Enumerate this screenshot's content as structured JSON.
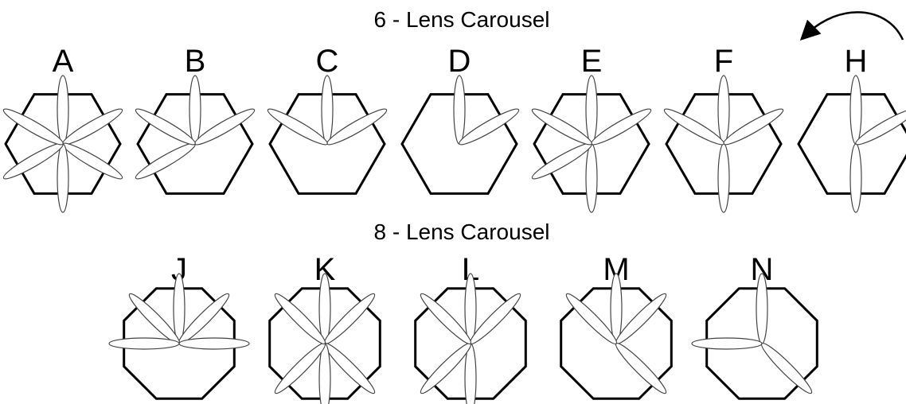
{
  "titles": {
    "six": "6 - Lens Carousel",
    "eight": "8 - Lens Carousel"
  },
  "six_lens": [
    {
      "label": "A",
      "petals": [
        90,
        30,
        -30,
        -90,
        -150,
        150
      ]
    },
    {
      "label": "B",
      "petals": [
        90,
        30,
        -150,
        150
      ]
    },
    {
      "label": "C",
      "petals": [
        90,
        30,
        150
      ]
    },
    {
      "label": "D",
      "petals": [
        90,
        30
      ]
    },
    {
      "label": "E",
      "petals": [
        90,
        30,
        -90,
        -150,
        150
      ]
    },
    {
      "label": "F",
      "petals": [
        90,
        30,
        -90,
        150
      ]
    },
    {
      "label": "H",
      "petals": [
        90,
        30,
        -90
      ]
    }
  ],
  "eight_lens": [
    {
      "label": "J",
      "petals": [
        90,
        45,
        135,
        0,
        180
      ]
    },
    {
      "label": "K",
      "petals": [
        90,
        45,
        -45,
        -90,
        -135,
        135
      ]
    },
    {
      "label": "L",
      "petals": [
        90,
        45,
        -90,
        -135,
        135
      ]
    },
    {
      "label": "M",
      "petals": [
        90,
        45,
        -45,
        135
      ]
    },
    {
      "label": "N",
      "petals": [
        90,
        -45,
        180
      ]
    }
  ],
  "rotation_arrow": "curved-arrow-icon"
}
